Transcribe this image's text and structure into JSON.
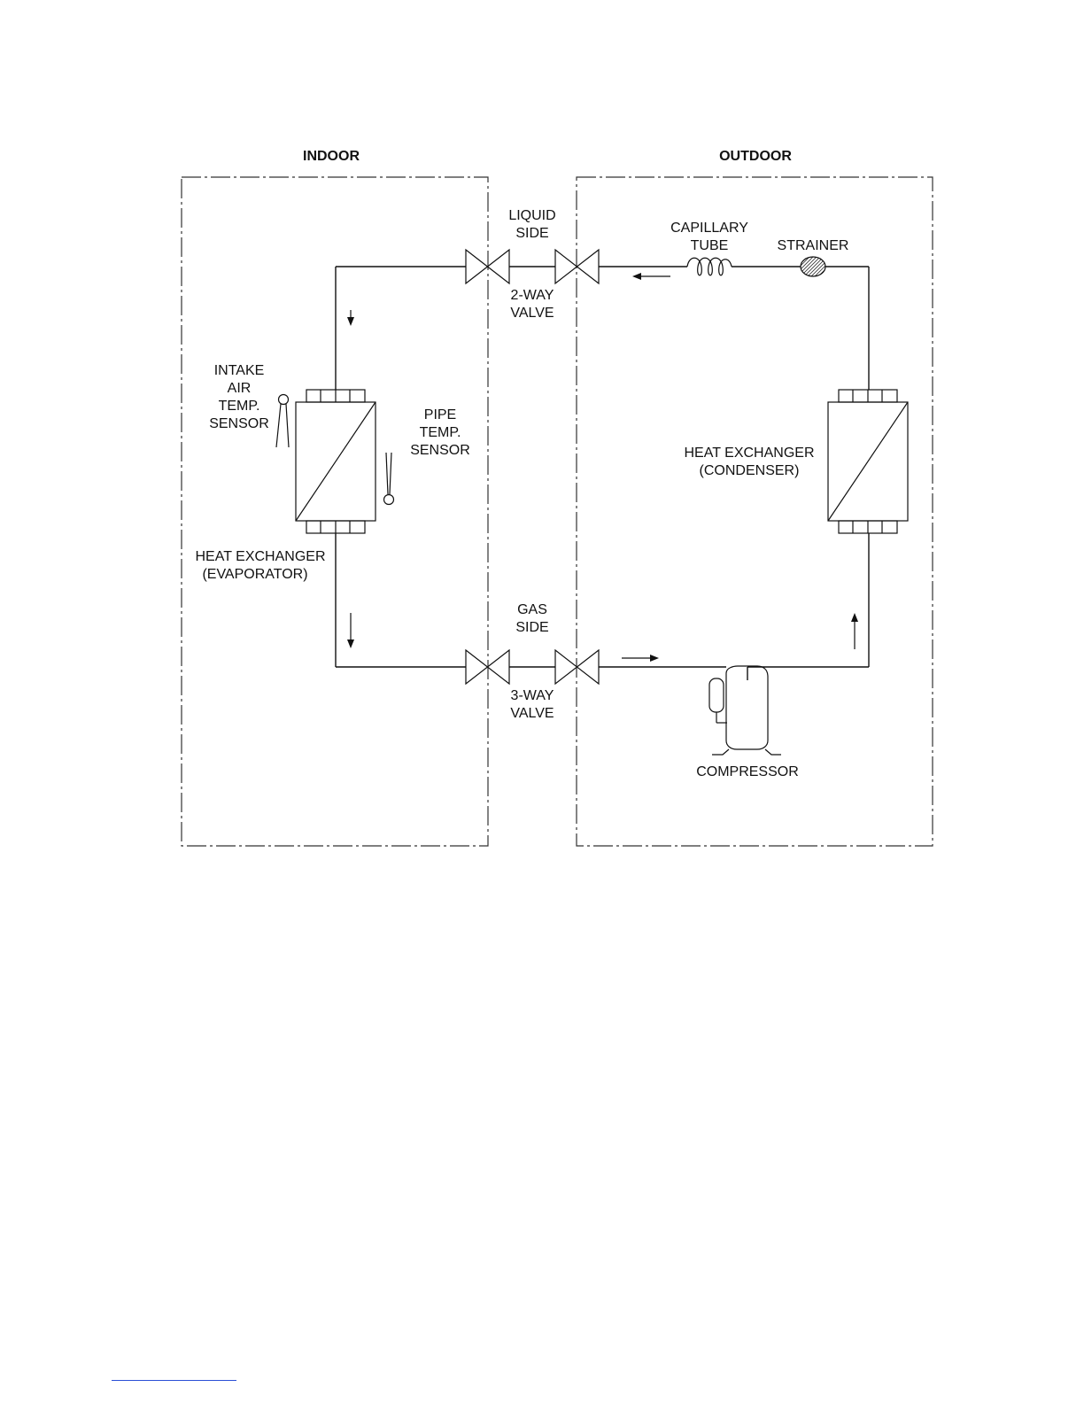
{
  "regions": {
    "indoor": "INDOOR",
    "outdoor": "OUTDOOR"
  },
  "labels": {
    "liquid_side": [
      "LIQUID",
      "SIDE"
    ],
    "two_way_valve": [
      "2-WAY",
      "VALVE"
    ],
    "gas_side": [
      "GAS",
      "SIDE"
    ],
    "three_way_valve": [
      "3-WAY",
      "VALVE"
    ],
    "capillary_tube": [
      "CAPILLARY",
      "TUBE"
    ],
    "strainer": "STRAINER",
    "intake_sensor": [
      "INTAKE",
      "AIR",
      "TEMP.",
      "SENSOR"
    ],
    "pipe_sensor": [
      "PIPE",
      "TEMP.",
      "SENSOR"
    ],
    "evaporator": [
      "HEAT EXCHANGER",
      "(EVAPORATOR)"
    ],
    "condenser": [
      "HEAT EXCHANGER",
      "(CONDENSER)"
    ],
    "compressor": "COMPRESSOR"
  }
}
